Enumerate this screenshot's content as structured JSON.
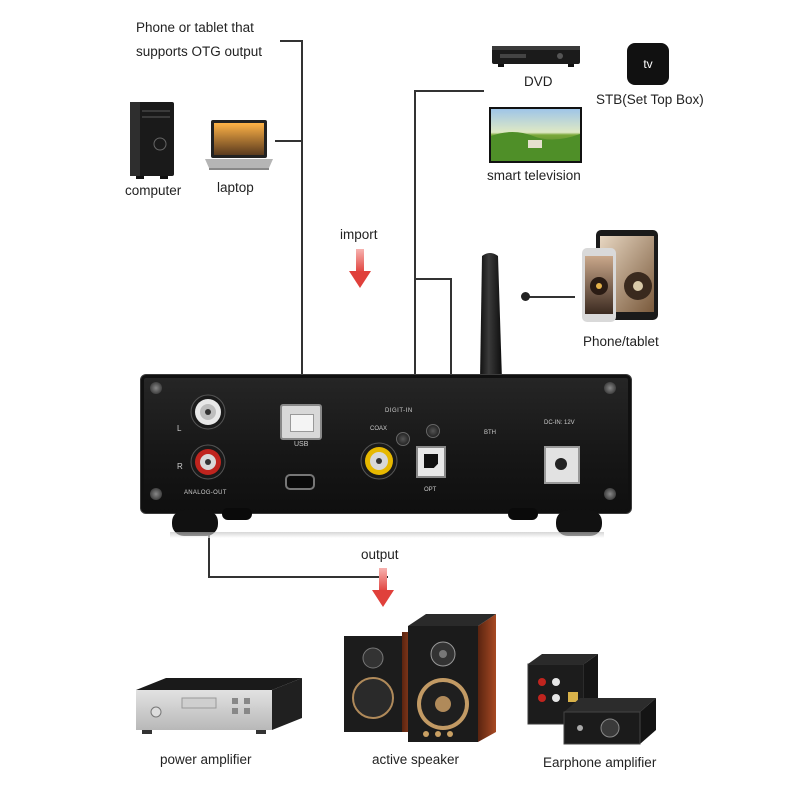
{
  "sources": {
    "phone_otg_line1": "Phone or tablet that",
    "phone_otg_line2": "supports OTG output",
    "computer": "computer",
    "laptop": "laptop",
    "dvd": "DVD",
    "stb": "STB(Set Top Box)",
    "smart_tv": "smart television",
    "phone_tablet": "Phone/tablet",
    "stb_logo": "tv"
  },
  "flow": {
    "import": "import",
    "output": "output"
  },
  "device": {
    "usb": "USB",
    "coax": "COAX",
    "digit_in": "DIGIT-IN",
    "opt": "OPT",
    "bth": "BTH",
    "dc_in": "DC-IN: 12V",
    "analog_out": "ANALOG-OUT",
    "left": "L",
    "right": "R"
  },
  "outputs": {
    "power_amplifier": "power amplifier",
    "active_speaker": "active speaker",
    "earphone_amplifier": "Earphone amplifier"
  },
  "colors": {
    "arrow": "#e8524f",
    "device_body": "#1c1c1c",
    "rca_red": "#c0241e",
    "rca_yellow": "#e6b800",
    "speaker_wood": "#8a3a1e"
  }
}
